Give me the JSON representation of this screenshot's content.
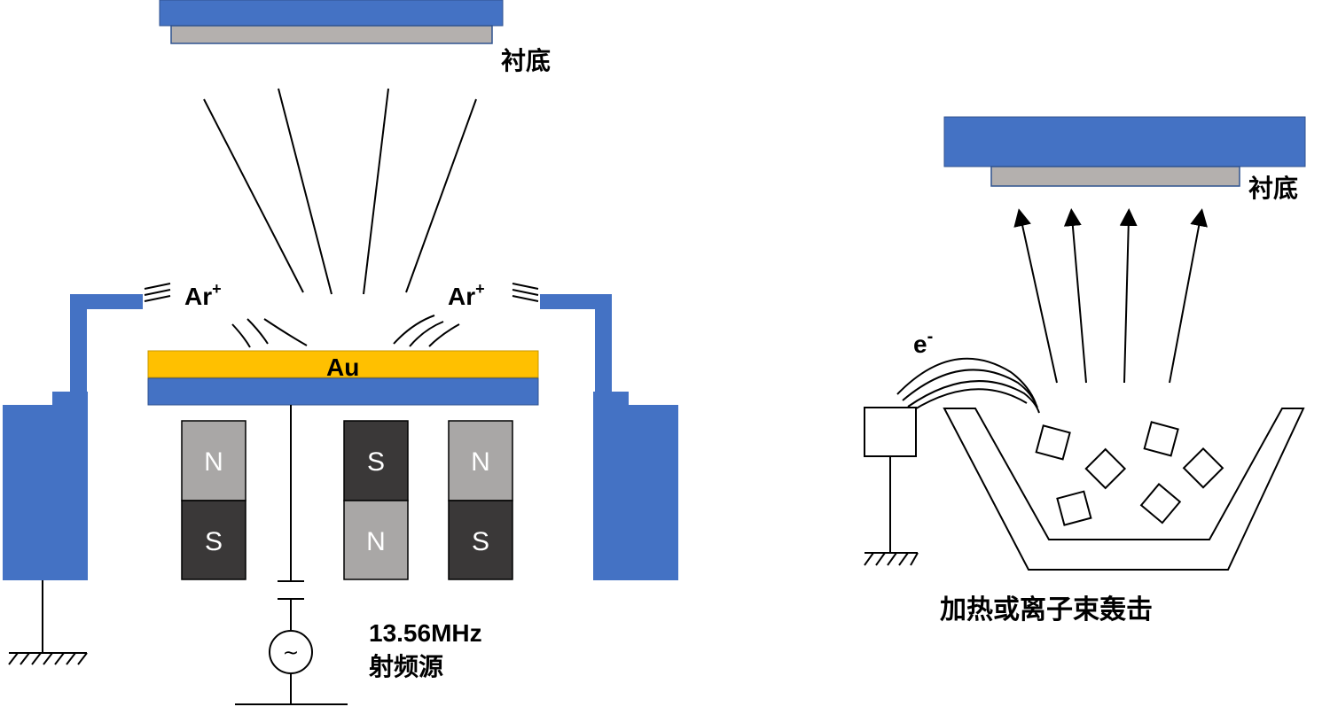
{
  "sputtering": {
    "substrate_label": "衬底",
    "ion_label_left": "Ar",
    "ion_label_right": "Ar",
    "ion_charge": "+",
    "target_label": "Au",
    "magnets_top": [
      "N",
      "S",
      "N"
    ],
    "magnets_bottom": [
      "S",
      "N",
      "S"
    ],
    "rf_frequency": "13.56MHz",
    "rf_source_label": "射频源",
    "rf_symbol": "~"
  },
  "evaporation": {
    "substrate_label": "衬底",
    "electron_label": "e",
    "electron_charge": "-",
    "caption": "加热或离子束轰击"
  },
  "colors": {
    "blue": "#4472c4",
    "gray_substrate": "#b4b0ae",
    "gold": "#ffc000",
    "magnet_light": "#a9a7a6",
    "magnet_dark": "#3a3838"
  }
}
